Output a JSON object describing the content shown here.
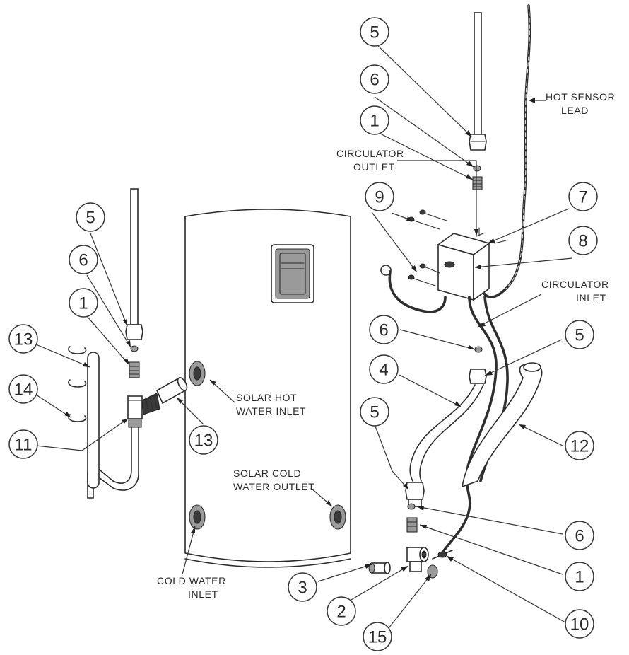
{
  "callouts": [
    "5",
    "6",
    "1",
    "7",
    "9",
    "8",
    "6",
    "5",
    "4",
    "5",
    "12",
    "6",
    "1",
    "3",
    "2",
    "15",
    "10",
    "5",
    "6",
    "1",
    "13",
    "14",
    "11",
    "13"
  ],
  "labels": {
    "hot_sensor_lead": [
      "HOT SENSOR",
      "LEAD"
    ],
    "circulator_outlet": [
      "CIRCULATOR",
      "OUTLET"
    ],
    "circulator_inlet": [
      "CIRCULATOR",
      "INLET"
    ],
    "solar_hot_water_inlet": [
      "SOLAR HOT",
      "WATER INLET"
    ],
    "solar_cold_water_outlet": [
      "SOLAR COLD",
      "WATER OUTLET"
    ],
    "cold_water_inlet": [
      "COLD WATER",
      "INLET"
    ]
  }
}
